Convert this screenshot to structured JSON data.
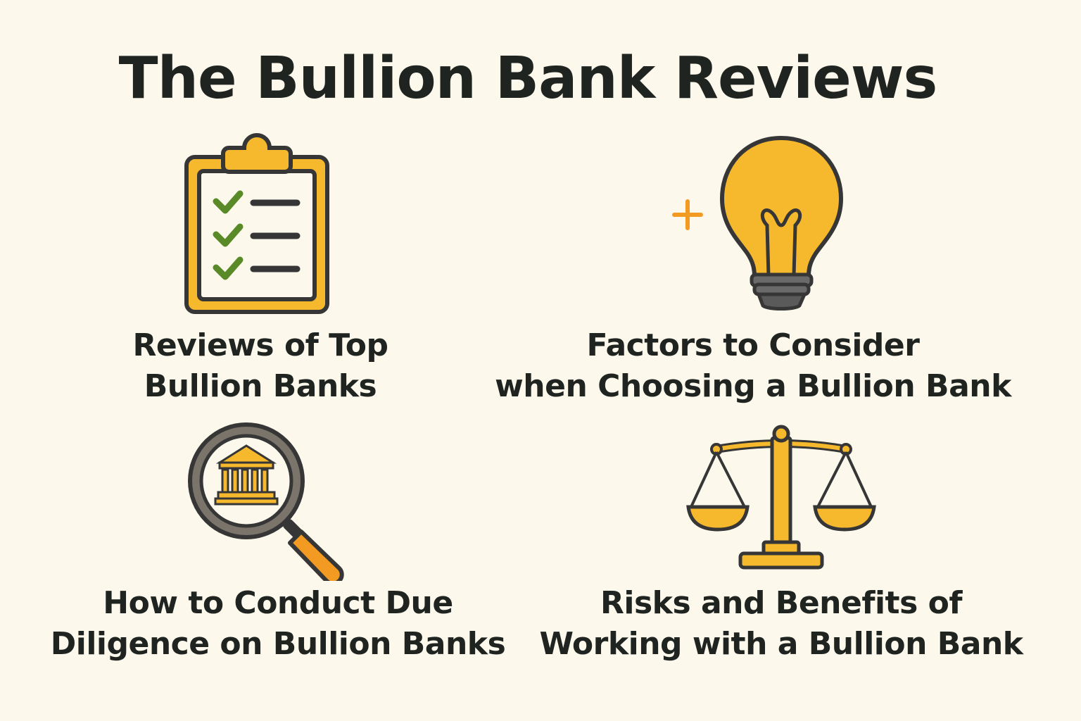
{
  "title": "The Bullion Bank Reviews",
  "colors": {
    "background": "#fcf8ec",
    "gold": "#f6b82d",
    "orange": "#f39a23",
    "outline": "#363636",
    "check": "#5a8a28",
    "text": "#1f2421"
  },
  "items": [
    {
      "icon": "clipboard-checklist-icon",
      "label_line1": "Reviews of Top",
      "label_line2": "Bullion Banks"
    },
    {
      "icon": "lightbulb-icon",
      "label_line1": "Factors to Consider",
      "label_line2": "when Choosing a Bullion Bank"
    },
    {
      "icon": "magnifier-bank-icon",
      "label_line1": "How to Conduct Due",
      "label_line2": "Diligence on Bullion Banks"
    },
    {
      "icon": "balance-scale-icon",
      "label_line1": "Risks and Benefits of",
      "label_line2": "Working with a Bullion Bank"
    }
  ]
}
